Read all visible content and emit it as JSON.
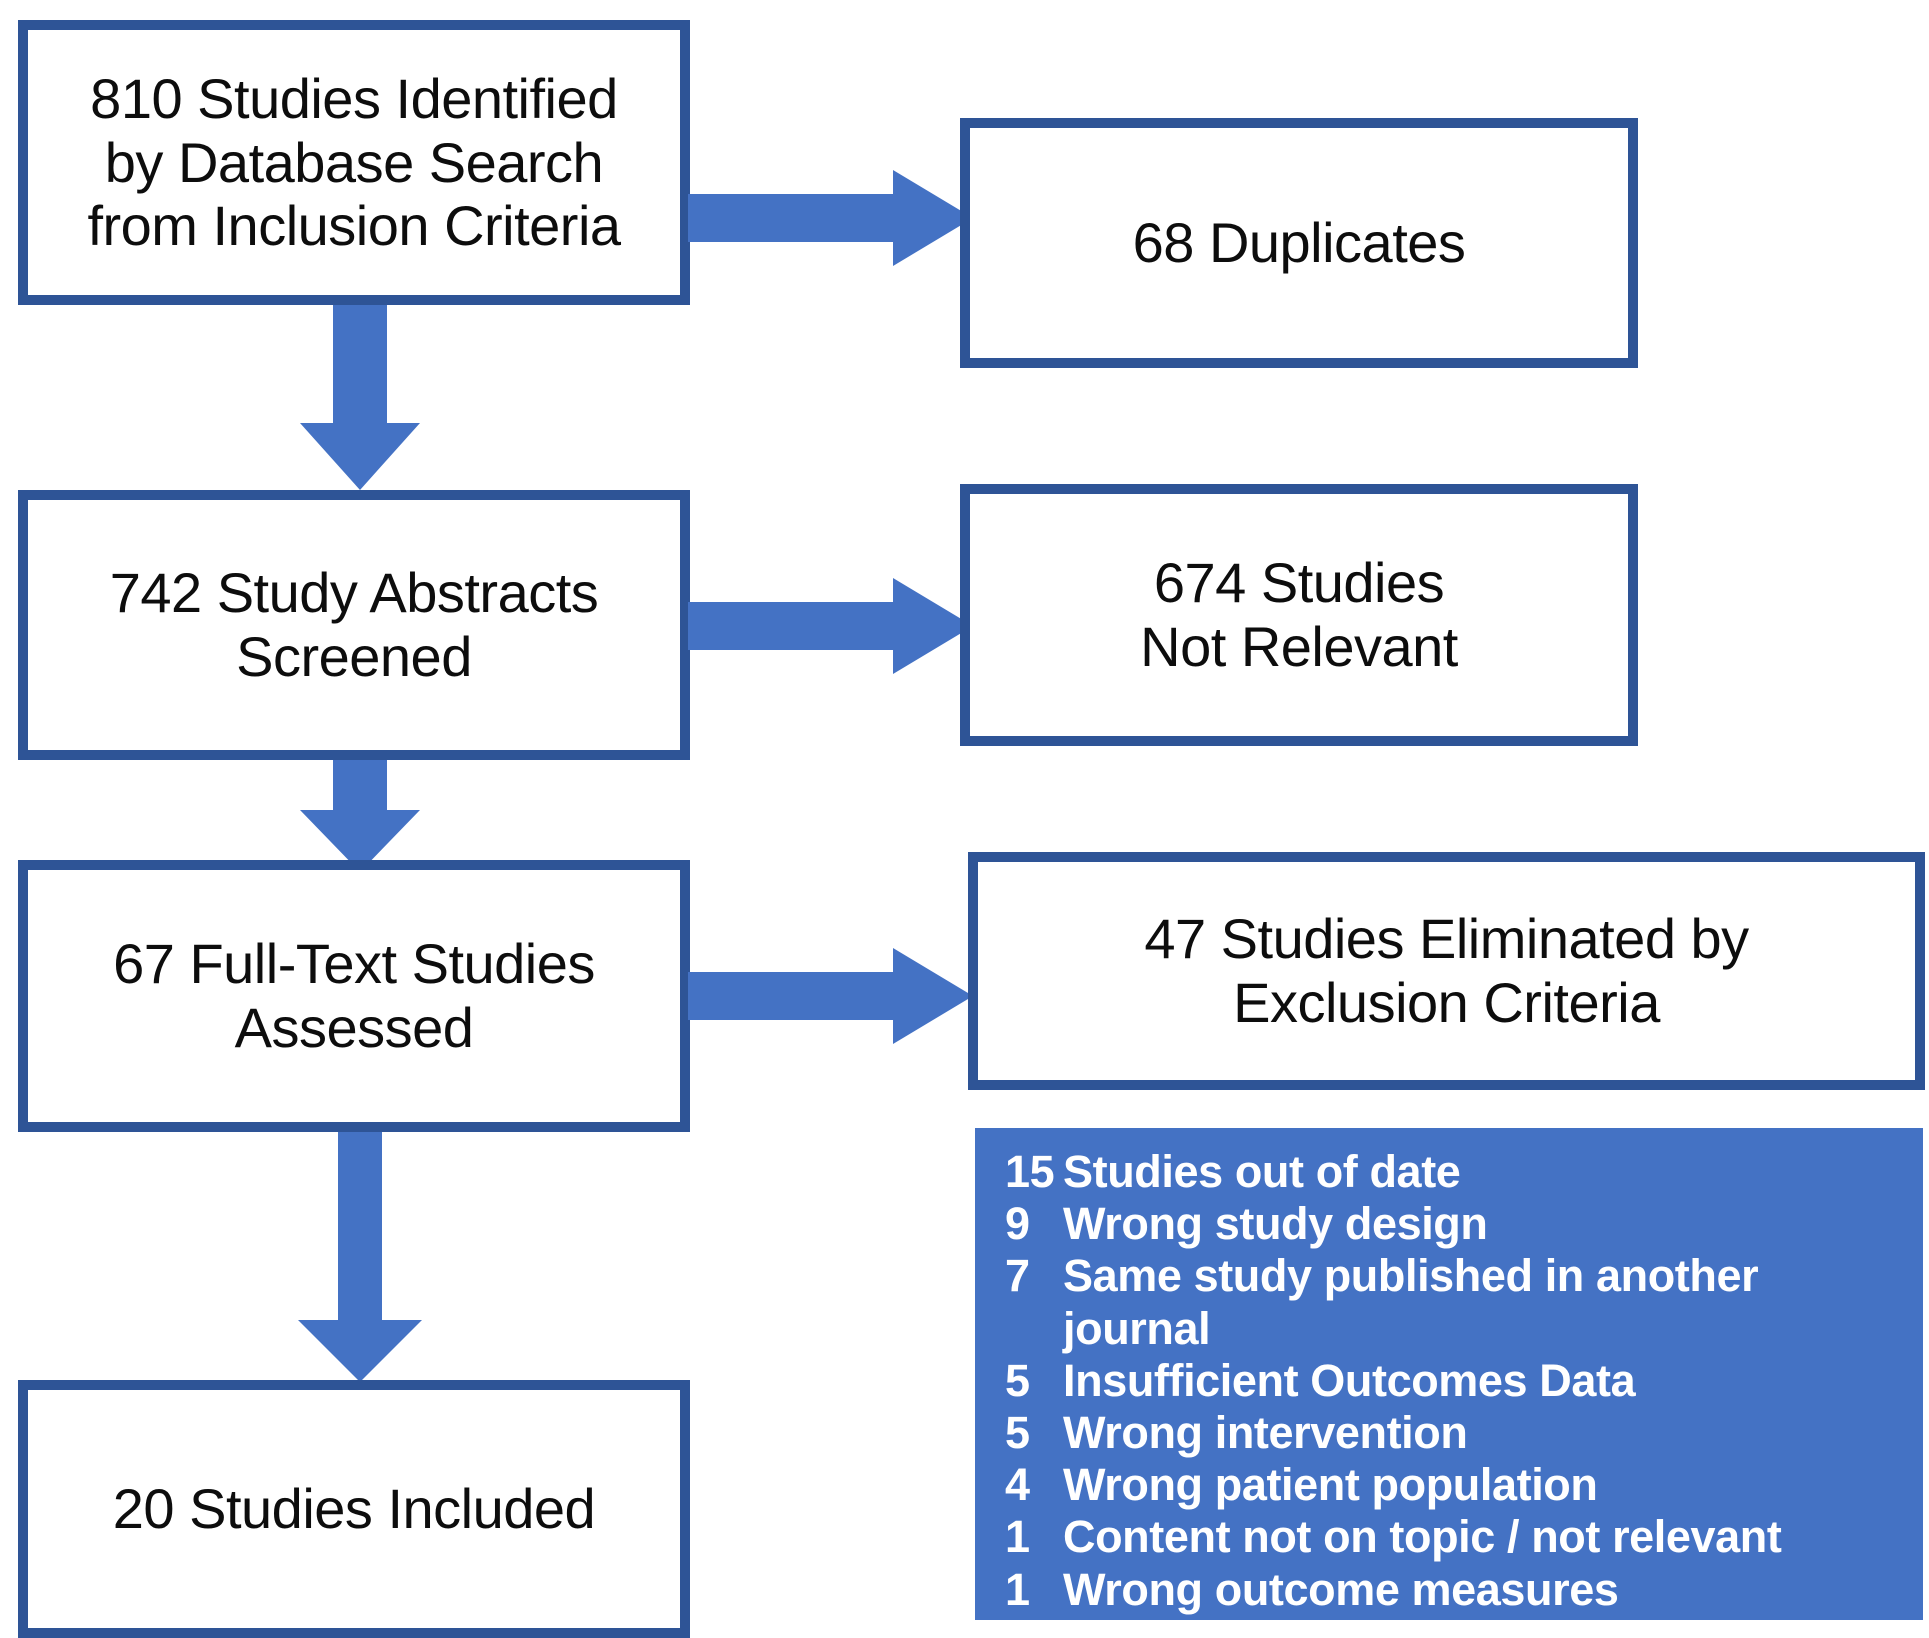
{
  "diagram": {
    "title": "Study selection flow diagram",
    "colors": {
      "box_border": "#2E5496",
      "arrow_fill": "#4472C4",
      "panel_background": "#4472C4",
      "panel_text": "#FFFFFF",
      "box_text": "#0D0D0D",
      "page_background": "#FFFFFF"
    },
    "nodes": [
      {
        "id": "identified",
        "label": "810 Studies Identified\nby Database Search\nfrom Inclusion Criteria"
      },
      {
        "id": "duplicates",
        "label": "68 Duplicates"
      },
      {
        "id": "screened",
        "label": "742 Study Abstracts\nScreened"
      },
      {
        "id": "not-relevant",
        "label": "674 Studies\nNot Relevant"
      },
      {
        "id": "full-text",
        "label": "67 Full-Text Studies\nAssessed"
      },
      {
        "id": "eliminated",
        "label": "47 Studies Eliminated by\nExclusion Criteria"
      },
      {
        "id": "included",
        "label": "20 Studies Included"
      }
    ],
    "arrows": [
      {
        "id": "identified-to-duplicates",
        "direction": "right"
      },
      {
        "id": "identified-to-screened",
        "direction": "down"
      },
      {
        "id": "screened-to-not-relevant",
        "direction": "right"
      },
      {
        "id": "screened-to-full-text",
        "direction": "down"
      },
      {
        "id": "full-text-to-eliminated",
        "direction": "right"
      },
      {
        "id": "full-text-to-included",
        "direction": "down"
      }
    ],
    "exclusion_reasons": [
      {
        "count": "15",
        "label": "Studies out of date"
      },
      {
        "count": "9",
        "label": "Wrong study design"
      },
      {
        "count": "7",
        "label": "Same study published in another journal"
      },
      {
        "count": "5",
        "label": "Insufficient Outcomes Data"
      },
      {
        "count": "5",
        "label": "Wrong intervention"
      },
      {
        "count": "4",
        "label": "Wrong patient population"
      },
      {
        "count": "1",
        "label": "Content not on topic / not relevant"
      },
      {
        "count": "1",
        "label": "Wrong outcome measures"
      }
    ]
  }
}
